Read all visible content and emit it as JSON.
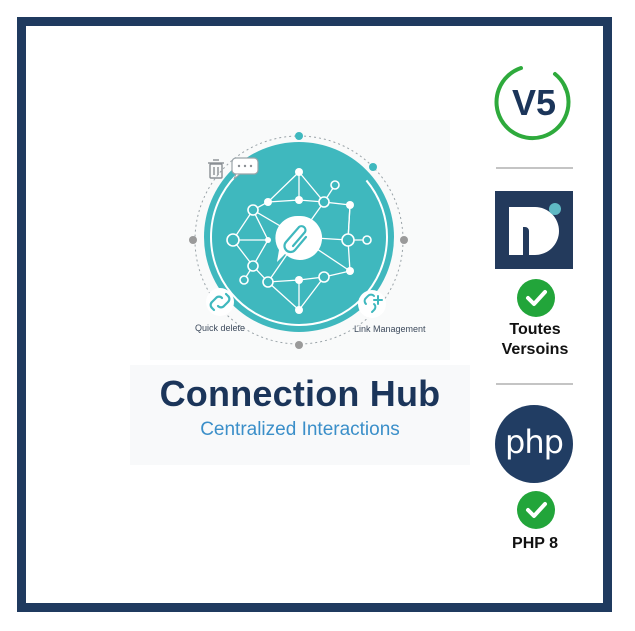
{
  "hero": {
    "labels": {
      "quick_delete": "Quick delete",
      "link_management": "Link Management"
    },
    "icons": [
      "trash-icon",
      "chat-bubble-icon",
      "paperclip-icon",
      "link-icon",
      "link-add-icon"
    ],
    "colors": {
      "teal": "#3fb8be",
      "gray_dot": "#9a9a9a"
    }
  },
  "title": {
    "main": "Connection Hub",
    "sub": "Centralized Interactions"
  },
  "sidebar": {
    "version_badge": "V5",
    "dolibarr_label": "Toutes\nVersoins",
    "dolibarr_line1": "Toutes",
    "dolibarr_line2": "Versoins",
    "php_logo": "php",
    "php_label": "PHP 8"
  },
  "colors": {
    "frame": "#1f3a5f",
    "check_green": "#22a53a",
    "version_ring": "#2eaa3c",
    "navy": "#1b355a"
  }
}
